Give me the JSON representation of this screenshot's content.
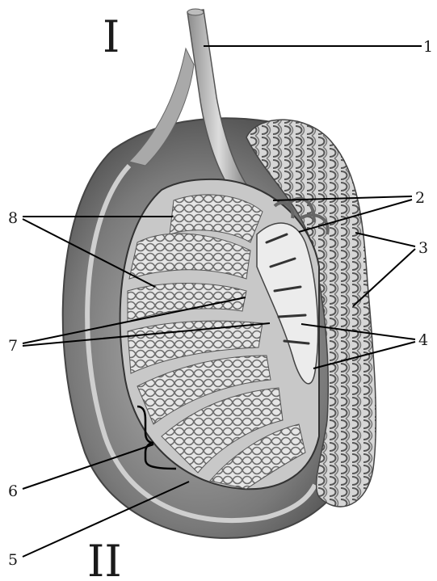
{
  "figure": {
    "roman_top": "I",
    "roman_bottom": "II",
    "labels": [
      "1",
      "2",
      "3",
      "4",
      "5",
      "6",
      "7",
      "8"
    ]
  },
  "colors": {
    "background": "#ffffff",
    "tissue_dark": "#5f5f5f",
    "tissue_mid": "#9a9a9a",
    "tissue_light": "#d8d8d8",
    "ink": "#000000"
  }
}
